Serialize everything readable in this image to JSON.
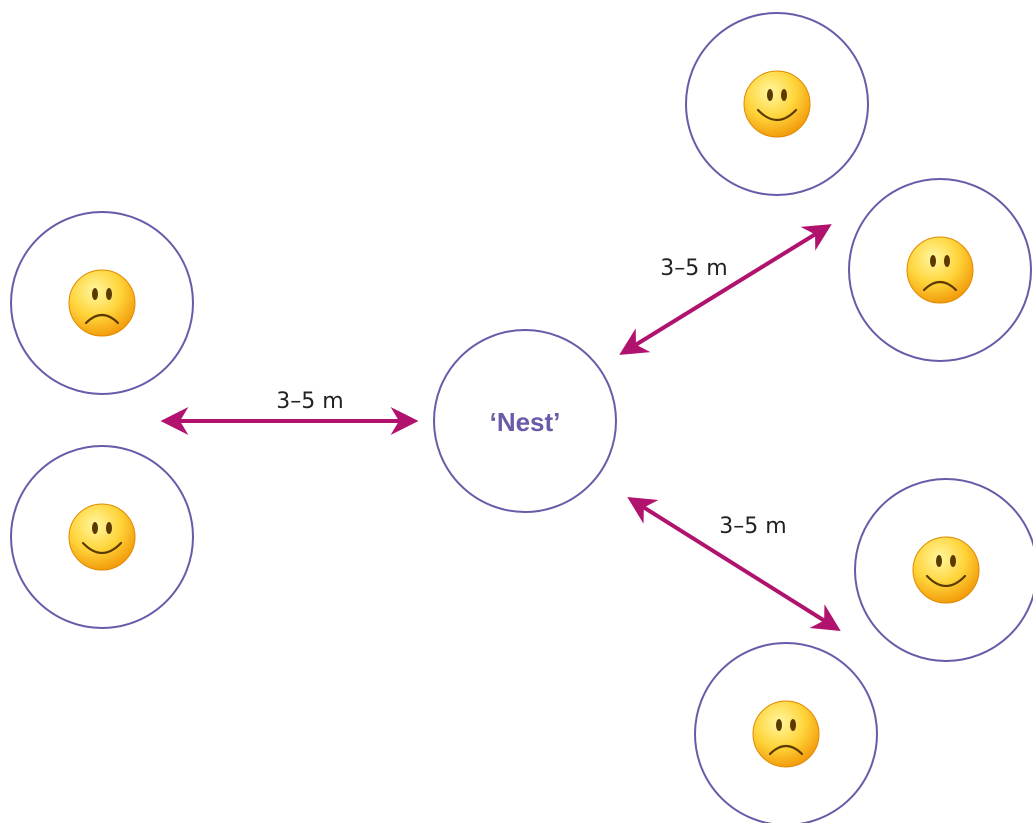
{
  "nest": {
    "label": "‘Nest’"
  },
  "distance_label": "3–5 m",
  "colors": {
    "circle_stroke": "#6a5aa8",
    "arrow": "#b0126e",
    "face_light": "#fff27a",
    "face_dark": "#f2a20c",
    "face_features": "#5a3a00"
  },
  "groups": [
    {
      "name": "left",
      "faces": [
        "sad",
        "happy"
      ],
      "label": "3–5 m"
    },
    {
      "name": "upper-right",
      "faces": [
        "happy",
        "sad"
      ],
      "label": "3–5 m"
    },
    {
      "name": "lower-right",
      "faces": [
        "happy",
        "sad"
      ],
      "label": "3–5 m"
    }
  ]
}
